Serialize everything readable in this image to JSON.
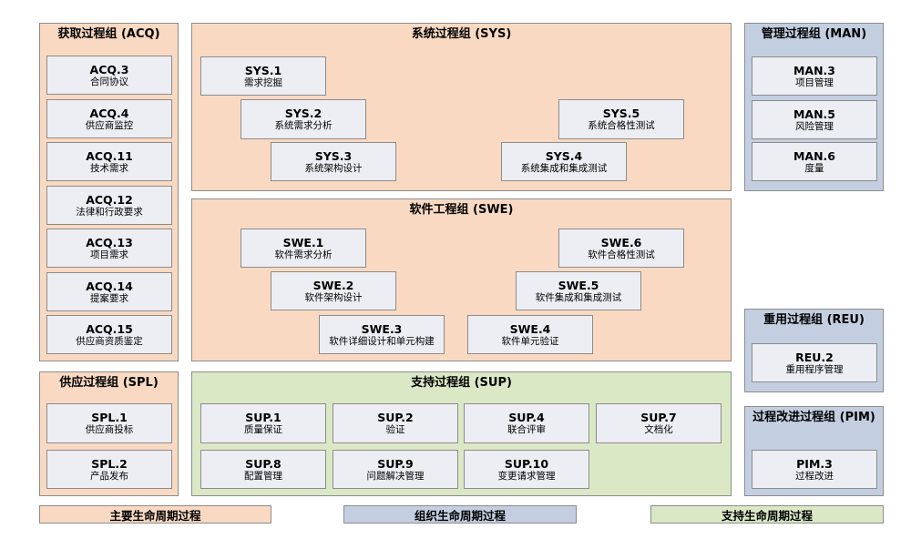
{
  "groups": {
    "acq": {
      "title": "获取过程组 (ACQ)",
      "items": [
        {
          "id": "ACQ.3",
          "name": "合同协议"
        },
        {
          "id": "ACQ.4",
          "name": "供应商监控"
        },
        {
          "id": "ACQ.11",
          "name": "技术需求"
        },
        {
          "id": "ACQ.12",
          "name": "法律和行政要求"
        },
        {
          "id": "ACQ.13",
          "name": "项目需求"
        },
        {
          "id": "ACQ.14",
          "name": "提案要求"
        },
        {
          "id": "ACQ.15",
          "name": "供应商资质鉴定"
        }
      ]
    },
    "sys": {
      "title": "系统过程组 (SYS)",
      "items": [
        {
          "id": "SYS.1",
          "name": "需求挖掘"
        },
        {
          "id": "SYS.2",
          "name": "系统需求分析"
        },
        {
          "id": "SYS.3",
          "name": "系统架构设计"
        },
        {
          "id": "SYS.4",
          "name": "系统集成和集成测试"
        },
        {
          "id": "SYS.5",
          "name": "系统合格性测试"
        }
      ]
    },
    "man": {
      "title": "管理过程组 (MAN)",
      "items": [
        {
          "id": "MAN.3",
          "name": "项目管理"
        },
        {
          "id": "MAN.5",
          "name": "风险管理"
        },
        {
          "id": "MAN.6",
          "name": "度量"
        }
      ]
    },
    "swe": {
      "title": "软件工程组 (SWE)",
      "items": [
        {
          "id": "SWE.1",
          "name": "软件需求分析"
        },
        {
          "id": "SWE.2",
          "name": "软件架构设计"
        },
        {
          "id": "SWE.3",
          "name": "软件详细设计和单元构建"
        },
        {
          "id": "SWE.4",
          "name": "软件单元验证"
        },
        {
          "id": "SWE.5",
          "name": "软件集成和集成测试"
        },
        {
          "id": "SWE.6",
          "name": "软件合格性测试"
        }
      ]
    },
    "reu": {
      "title": "重用过程组 (REU)",
      "items": [
        {
          "id": "REU.2",
          "name": "重用程序管理"
        }
      ]
    },
    "spl": {
      "title": "供应过程组 (SPL)",
      "items": [
        {
          "id": "SPL.1",
          "name": "供应商投标"
        },
        {
          "id": "SPL.2",
          "name": "产品发布"
        }
      ]
    },
    "sup": {
      "title": "支持过程组 (SUP)",
      "items": [
        {
          "id": "SUP.1",
          "name": "质量保证"
        },
        {
          "id": "SUP.2",
          "name": "验证"
        },
        {
          "id": "SUP.4",
          "name": "联合评审"
        },
        {
          "id": "SUP.7",
          "name": "文档化"
        },
        {
          "id": "SUP.8",
          "name": "配置管理"
        },
        {
          "id": "SUP.9",
          "name": "问题解决管理"
        },
        {
          "id": "SUP.10",
          "name": "变更请求管理"
        }
      ]
    },
    "pim": {
      "title": "过程改进过程组 (PIM)",
      "items": [
        {
          "id": "PIM.3",
          "name": "过程改进"
        }
      ]
    }
  },
  "legend": {
    "primary": "主要生命周期过程",
    "organizational": "组织生命周期过程",
    "supporting": "支持生命周期过程"
  },
  "colors": {
    "primary": "#f9d9c2",
    "organizational": "#c3cfe0",
    "supporting": "#dbe8c6",
    "process_box": "#eceef3",
    "border": "#8c8c8c"
  }
}
